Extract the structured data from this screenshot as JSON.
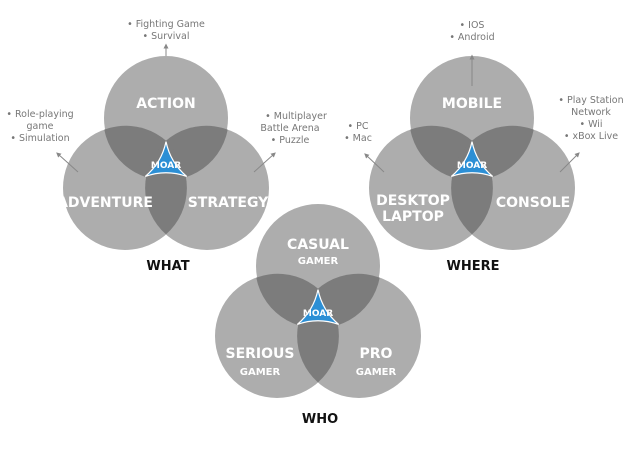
{
  "colors": {
    "circle": "#adadad",
    "overlap": "#7c7c7c",
    "center": "#2c8fd5",
    "title": "#111111",
    "note": "#777777"
  },
  "center_label": "MOAR",
  "what": {
    "title": "WHAT",
    "top": "ACTION",
    "left": "ADVENTURE",
    "right": "STRATEGY",
    "notes_top": [
      "• Fighting Game",
      "• Survival"
    ],
    "notes_left": [
      "• Role-playing",
      "game",
      "• Simulation"
    ],
    "notes_right": [
      "• Multiplayer",
      "Battle Arena",
      "• Puzzle"
    ]
  },
  "where": {
    "title": "WHERE",
    "top": "MOBILE",
    "left_line1": "DESKTOP",
    "left_line2": "LAPTOP",
    "right": "CONSOLE",
    "notes_top": [
      "• IOS",
      "• Android"
    ],
    "notes_left": [
      "• PC",
      "• Mac"
    ],
    "notes_right": [
      "• Play Station",
      "Network",
      "• Wii",
      "• xBox Live"
    ]
  },
  "who": {
    "title": "WHO",
    "top": "CASUAL",
    "top_sub": "GAMER",
    "left": "SERIOUS",
    "left_sub": "GAMER",
    "right": "PRO",
    "right_sub": "GAMER"
  }
}
